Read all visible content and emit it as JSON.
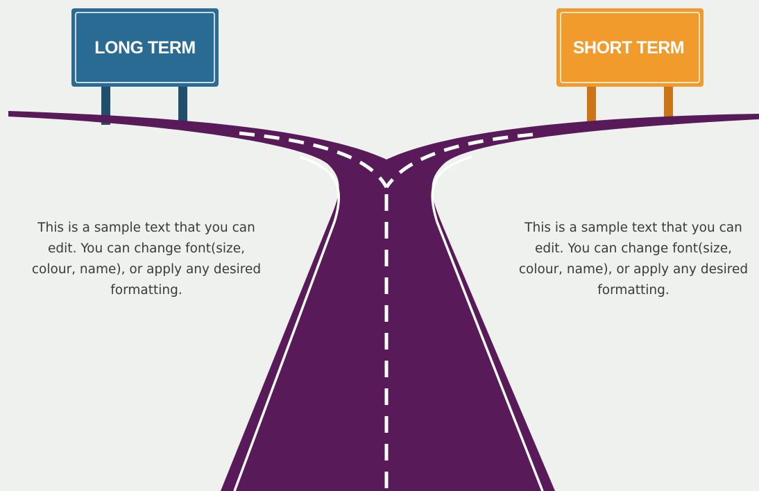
{
  "signs": {
    "left": {
      "label": "LONG TERM",
      "color": "#2a6b93",
      "post_color": "#1f4f6b"
    },
    "right": {
      "label": "SHORT TERM",
      "color": "#f19b2d",
      "post_color": "#cc7518"
    }
  },
  "captions": {
    "left": "This is a sample text that you can edit. You can change font(size, colour, name), or apply any desired formatting.",
    "right": "This is a sample text that you can edit. You can change font(size, colour, name), or apply any desired formatting."
  },
  "colors": {
    "background": "#eef1ee",
    "road": "#581a58",
    "road_marking": "#ffffff"
  }
}
